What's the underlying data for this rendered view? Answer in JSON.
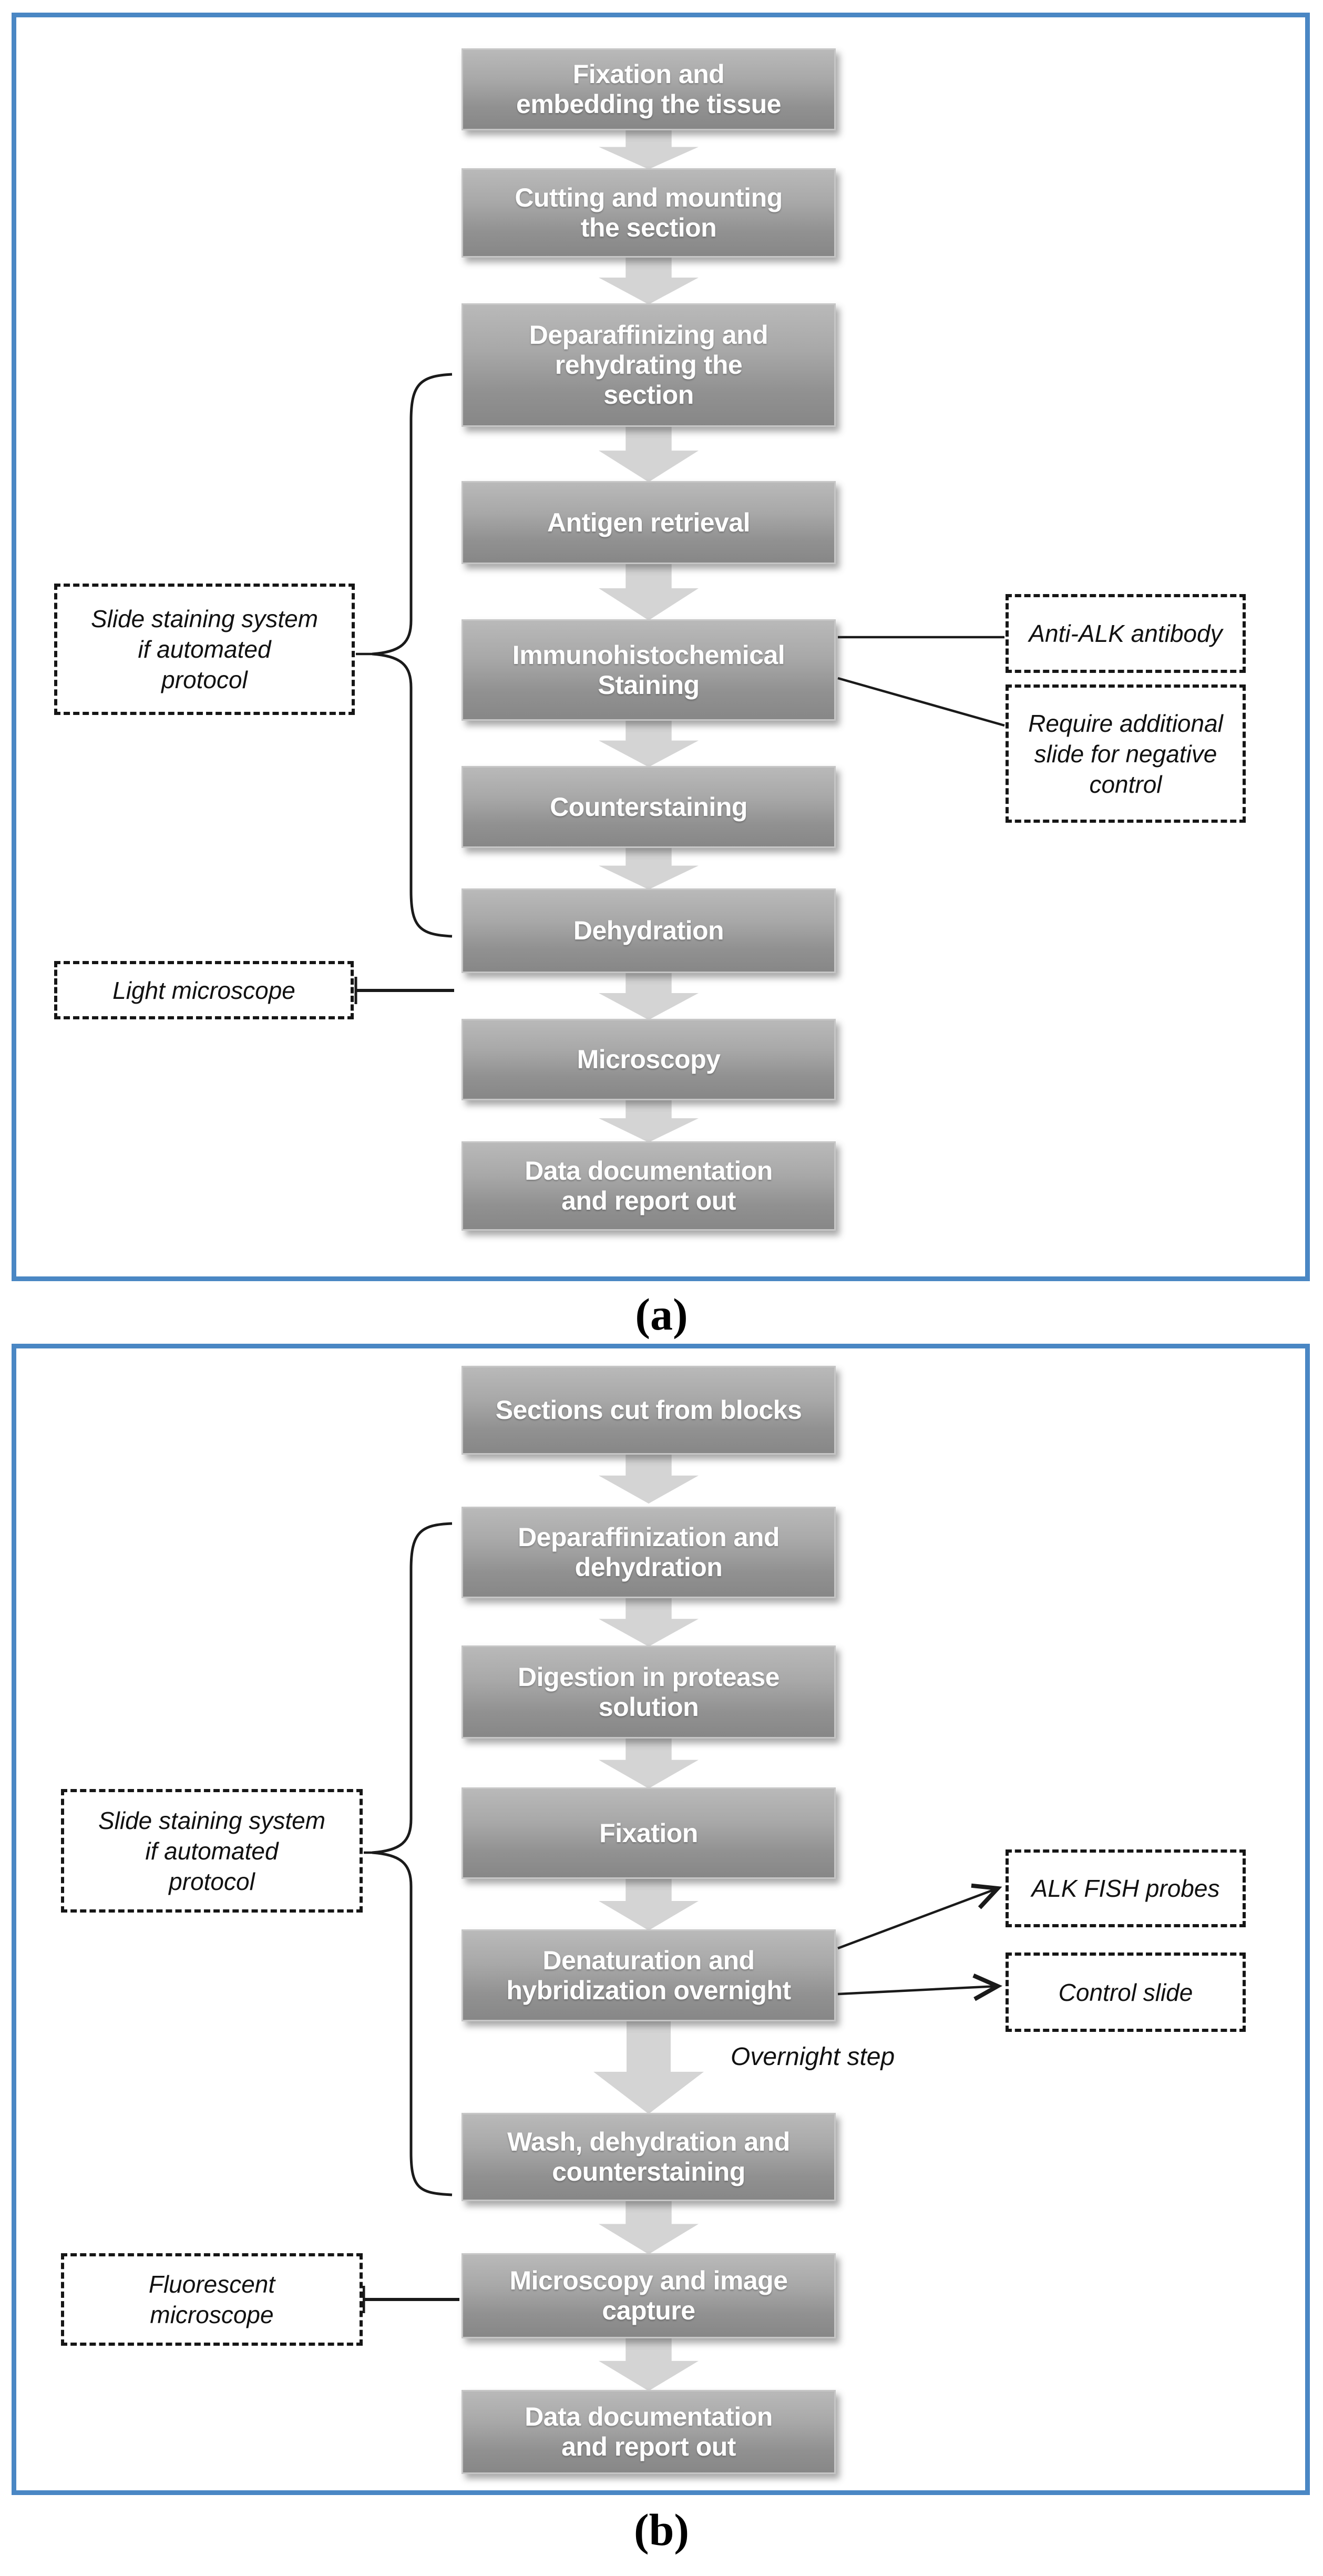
{
  "panel_a": {
    "label": "(a)",
    "steps": [
      {
        "label": "Fixation and\nembedding the tissue"
      },
      {
        "label": "Cutting and mounting\nthe section"
      },
      {
        "label": "Deparaffinizing and\nrehydrating the\nsection"
      },
      {
        "label": "Antigen retrieval"
      },
      {
        "label": "Immunohistochemical\nStaining"
      },
      {
        "label": "Counterstaining"
      },
      {
        "label": "Dehydration"
      },
      {
        "label": "Microscopy"
      },
      {
        "label": "Data documentation\nand report out"
      }
    ],
    "notes": {
      "slide_staining_system": "Slide staining system\nif automated\nprotocol",
      "light_microscope": "Light microscope",
      "anti_alk_antibody": "Anti-ALK antibody",
      "negative_control": "Require additional\nslide for negative\ncontrol"
    }
  },
  "panel_b": {
    "label": "(b)",
    "steps": [
      {
        "label": "Sections cut from blocks"
      },
      {
        "label": "Deparaffinization and\ndehydration"
      },
      {
        "label": "Digestion in protease\nsolution"
      },
      {
        "label": "Fixation"
      },
      {
        "label": "Denaturation and\nhybridization overnight"
      },
      {
        "label": "Wash, dehydration and\ncounterstaining"
      },
      {
        "label": "Microscopy and image\ncapture"
      },
      {
        "label": "Data documentation\nand report out"
      }
    ],
    "notes": {
      "slide_staining_system": "Slide staining system\nif automated\nprotocol",
      "fluorescent_microscope": "Fluorescent\nmicroscope",
      "alk_fish_probes": "ALK FISH probes",
      "control_slide": "Control slide"
    },
    "annotations": {
      "overnight_step": "Overnight step"
    }
  },
  "colors": {
    "panel_border": "#4a87c4",
    "step_gradient_top": "#b9b9b9",
    "step_gradient_bottom": "#878787",
    "arrow_fill": "#d4d4d4",
    "note_border": "#161616",
    "step_text": "#ffffff"
  }
}
